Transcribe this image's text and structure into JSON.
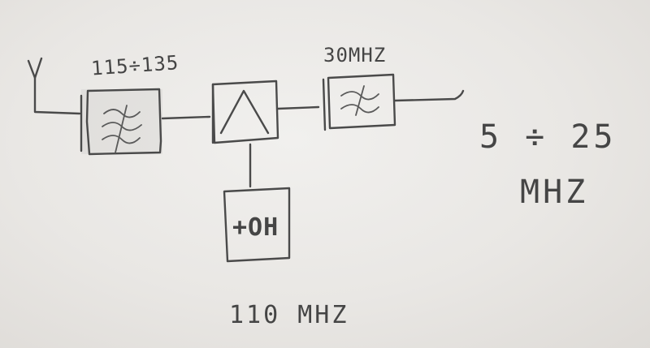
{
  "diagram": {
    "blocks": {
      "bandpass_filter": {
        "label": "115÷135"
      },
      "amplifier": {
        "label": ""
      },
      "lowpass_filter": {
        "label": "30MHZ"
      },
      "oscillator": {
        "label": "110 MHZ",
        "symbol": "+OH"
      }
    },
    "output": {
      "range": "5 ÷ 25",
      "unit": "MHZ"
    },
    "icons": {
      "antenna": "antenna-icon",
      "bandpass": "bandpass-filter-icon",
      "amplifier": "amplifier-triangle-icon",
      "lowpass": "lowpass-filter-icon"
    },
    "colors": {
      "paper": "#ebe9e6",
      "pencil": "#4a4a4a"
    }
  }
}
